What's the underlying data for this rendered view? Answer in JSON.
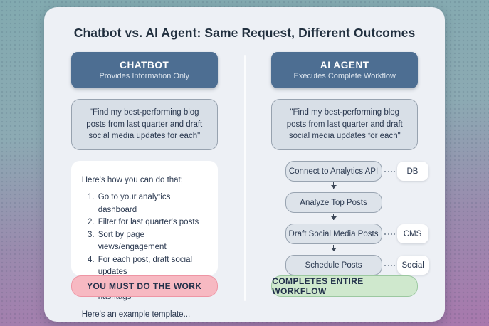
{
  "title": "Chatbot vs. AI Agent: Same Request, Different Outcomes",
  "colors": {
    "bg_gradient_top": "#82aab0",
    "bg_gradient_bottom": "#a878ad",
    "card_bg": "#edf0f5",
    "header_bg": "#4d6e92",
    "quote_bg": "#d8dfe7",
    "pink_badge_bg": "#f7b9c2",
    "green_badge_bg": "#cfe8cd",
    "step_box_bg": "#dde3ea",
    "text_dark": "#22303f"
  },
  "chatbot": {
    "header": "CHATBOT",
    "subheader": "Provides Information Only",
    "quote": "\"Find my best-performing blog posts from last quarter and draft social media updates for each\"",
    "response_intro": "Here's how you can do that:",
    "steps": [
      "Go to your analytics dashboard",
      "Filter for last quarter's posts",
      "Sort by page views/engagement",
      "For each post, draft social updates",
      "Include post links and hashtags"
    ],
    "response_outro": "Here's an example template...",
    "badge": "YOU MUST DO THE WORK"
  },
  "agent": {
    "header": "AI AGENT",
    "subheader": "Executes Complete Workflow",
    "quote": "\"Find my best-performing blog posts from last quarter and draft social media updates for each\"",
    "workflow": [
      {
        "label": "Connect to Analytics API",
        "tag": "DB"
      },
      {
        "label": "Analyze Top Posts",
        "tag": ""
      },
      {
        "label": "Draft Social Media Posts",
        "tag": "CMS"
      },
      {
        "label": "Schedule Posts",
        "tag": "Social"
      }
    ],
    "badge": "COMPLETES ENTIRE WORKFLOW"
  }
}
